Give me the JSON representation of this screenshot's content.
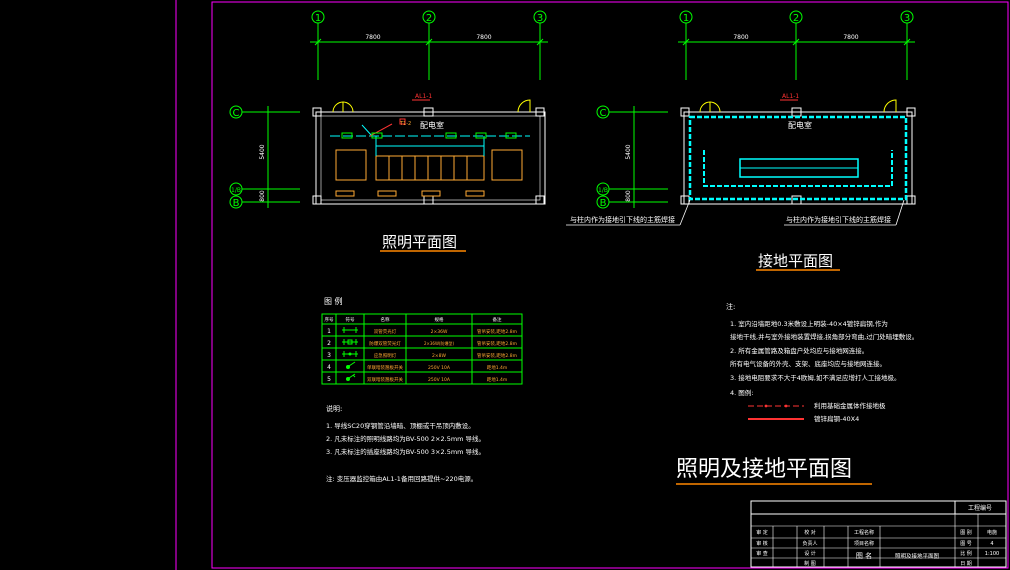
{
  "axes": {
    "a1": "1",
    "a2": "2",
    "a3": "3",
    "c": "C",
    "b_sub": "1/B",
    "b": "B"
  },
  "dims": {
    "span1": "7800",
    "span2": "7800",
    "v1": "5400",
    "v2": "800"
  },
  "lighting_plan": {
    "title": "照明平面图",
    "room": "配电室",
    "cabinet_tag": "AL1-1",
    "pole_tag": "T1-2",
    "note_below": "与柱内作为接地引下线的主筋焊接"
  },
  "grounding_plan": {
    "title": "接地平面图",
    "room": "配电室",
    "cabinet_tag": "AL1-1",
    "note_below": "与柱内作为接地引下线的主筋焊接"
  },
  "legend": {
    "title": "图  例",
    "headers": [
      "序号",
      "符号",
      "名称",
      "规格",
      "备注"
    ],
    "rows": [
      [
        "1",
        "",
        "双管荧光灯",
        "2×36W",
        "管吊安装,距地2.8m"
      ],
      [
        "2",
        "",
        "防爆双管荧光灯",
        "2×36W(防爆型)",
        "管吊安装,距地2.8m"
      ],
      [
        "3",
        "",
        "应急照明灯",
        "2×8W",
        "管吊安装,距地2.8m"
      ],
      [
        "4",
        "",
        "单联暗装翘板开关",
        "250V 10A",
        "距地1.4m"
      ],
      [
        "5",
        "",
        "双联暗装翘板开关",
        "250V 10A",
        "距地1.4m"
      ]
    ]
  },
  "notes_left": {
    "title": "说明:",
    "items": [
      "1. 导线SC20穿钢管沿墙暗、顶棚或干吊顶内敷设。",
      "2. 凡未标注的照明线路均为BV-500 2×2.5mm 导线。",
      "3. 凡未标注的插座线路均为BV-500 3×2.5mm 导线。"
    ],
    "extra": "注: 变压器监控箱由AL1-1备用回路提供~220电源。"
  },
  "notes_right": {
    "title": "注:",
    "items": [
      "1. 室内沿墙距地0.3米敷设上明装-40×4镀锌扁钢,作为",
      "   接地干线,并与室外接地装置焊接,拐角部分弯曲,过门处暗埋敷设。",
      "2. 所有金属管路及箱盘户处均应与接地网连接。",
      "   所有电气设备的外壳、支架、底座均应与接地网连接。",
      "3. 接地电阻要求不大于4欧姆,如不满足应增打人工接地极。",
      "4. 图例:"
    ],
    "legend1": "利用基础金属体作接地极",
    "legend2": "镀锌扁钢-40X4"
  },
  "main_title": "照明及接地平面图",
  "title_block": {
    "project_no_label": "工程编号",
    "r1": [
      "审 定",
      "",
      "校 对",
      "",
      "工程名称",
      "",
      "",
      "",
      "图 别",
      "电施"
    ],
    "r2": [
      "审 核",
      "",
      "负责人",
      "",
      "项目名称",
      "",
      "",
      "",
      "图 号",
      "4"
    ],
    "r3": [
      "审 查",
      "",
      "设 计",
      "",
      "图 名",
      "照明及接地平面图",
      "",
      "",
      "比 例",
      "1:100"
    ],
    "r4": [
      "",
      "",
      "制 图",
      "",
      "",
      "",
      "",
      "",
      "日 期",
      ""
    ]
  },
  "colors": {
    "axis": "#00ff00",
    "wire": "#00ffff",
    "frame": "#ff00ff",
    "wall": "#ffffff",
    "furniture": "#ffaa33",
    "red": "#ff3333",
    "title": "#ffffff",
    "underline": "#ff8800"
  }
}
